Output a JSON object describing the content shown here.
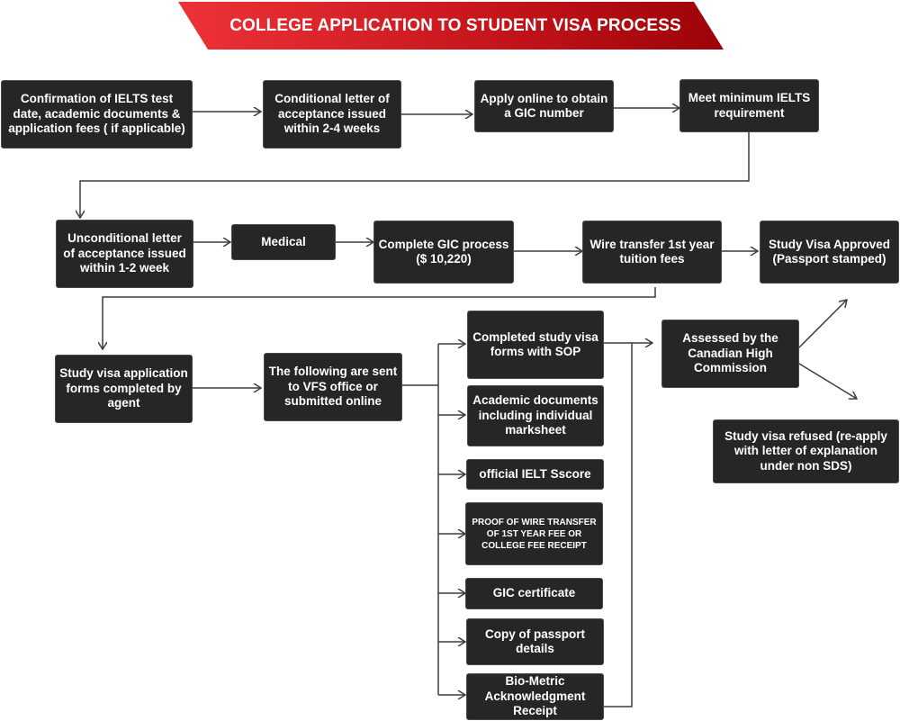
{
  "title": "COLLEGE APPLICATION TO STUDENT VISA PROCESS",
  "colors": {
    "banner_start": "#ee3239",
    "banner_end": "#9b0308",
    "box_fill": "#262626",
    "box_text": "#ffffff",
    "connector": "#3c3c3c"
  },
  "steps": {
    "confirmation": "Confirmation of IELTS test date, academic documents & application fees ( if applicable)",
    "conditional_letter": "Conditional letter of acceptance issued within 2-4 weeks",
    "apply_gic": "Apply online to obtain a GIC number",
    "meet_ielts": "Meet minimum IELTS requirement",
    "unconditional_letter": "Unconditional letter of acceptance issued within 1-2 week",
    "medical": "Medical",
    "complete_gic": "Complete GIC process ($ 10,220)",
    "wire_transfer": "Wire transfer 1st year tuition fees",
    "visa_approved": "Study Visa Approved (Passport stamped)",
    "forms_by_agent": "Study visa application forms completed by agent",
    "sent_to_vfs": "The following are sent to VFS office or submitted online",
    "assessed": "Assessed by the Canadian High Commission",
    "visa_refused": "Study visa refused (re-apply with letter of explanation under non SDS)"
  },
  "documents": [
    "Completed study visa forms with SOP",
    "Academic documents including individual marksheet",
    "official IELT Sscore",
    "PROOF OF WIRE TRANSFER OF 1ST YEAR FEE OR COLLEGE FEE RECEIPT",
    "GIC certificate",
    "Copy of passport details",
    "Bio-Metric Acknowledgment Receipt"
  ]
}
